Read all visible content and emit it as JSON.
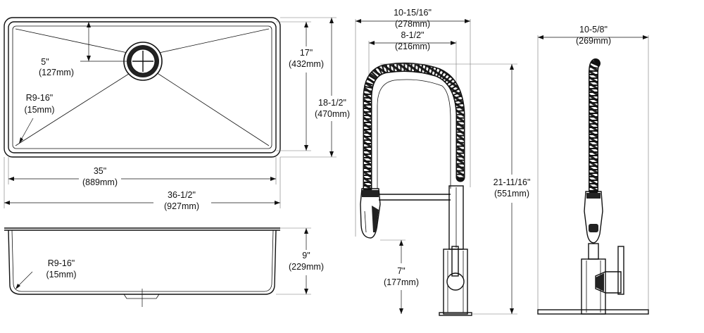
{
  "sink_top": {
    "drain_offset": [
      "5\"",
      "(127mm)"
    ],
    "corner_radius": [
      "R9-16\"",
      "(15mm)"
    ],
    "bowl_depth": [
      "17\"",
      "(432mm)"
    ],
    "overall_depth": [
      "18-1/2\"",
      "(470mm)"
    ],
    "bowl_width": [
      "35\"",
      "(889mm)"
    ],
    "overall_width": [
      "36-1/2\"",
      "(927mm)"
    ]
  },
  "sink_side": {
    "corner_radius": [
      "R9-16\"",
      "(15mm)"
    ],
    "height": [
      "9\"",
      "(229mm)"
    ]
  },
  "faucet_front": {
    "overall_reach": [
      "10-15/16\"",
      "(278mm)"
    ],
    "spout_reach": [
      "8-1/2\"",
      "(216mm)"
    ],
    "overall_height": [
      "21-11/16\"",
      "(551mm)"
    ],
    "spout_clearance": [
      "7\"",
      "(177mm)"
    ]
  },
  "faucet_side": {
    "width": [
      "10-5/8\"",
      "(269mm)"
    ]
  }
}
